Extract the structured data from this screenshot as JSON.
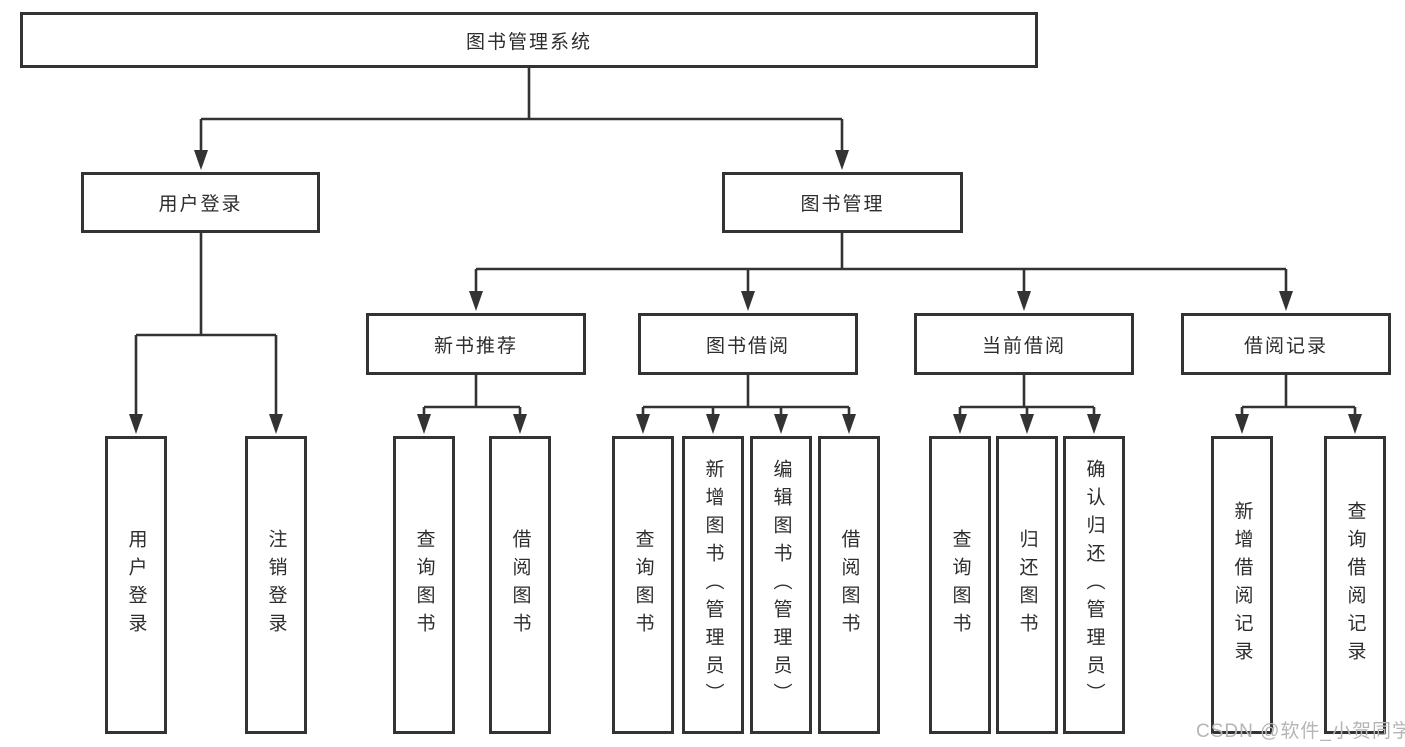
{
  "diagram_title": "图书管理系统",
  "nodes": {
    "root": {
      "label": "图书管理系统"
    },
    "userLogin": {
      "label": "用户登录"
    },
    "bookMgmt": {
      "label": "图书管理"
    },
    "newBook": {
      "label": "新书推荐"
    },
    "bookBorrow": {
      "label": "图书借阅"
    },
    "currentBorrow": {
      "label": "当前借阅"
    },
    "borrowRecords": {
      "label": "借阅记录"
    }
  },
  "leaves": [
    {
      "parent": "用户登录",
      "label": "用户登录"
    },
    {
      "parent": "用户登录",
      "label": "注销登录"
    },
    {
      "parent": "新书推荐",
      "label": "查询图书"
    },
    {
      "parent": "新书推荐",
      "label": "借阅图书"
    },
    {
      "parent": "图书借阅",
      "label": "查询图书"
    },
    {
      "parent": "图书借阅",
      "label": "新增图书（管理员）"
    },
    {
      "parent": "图书借阅",
      "label": "编辑图书（管理员）"
    },
    {
      "parent": "图书借阅",
      "label": "借阅图书"
    },
    {
      "parent": "当前借阅",
      "label": "查询图书"
    },
    {
      "parent": "当前借阅",
      "label": "归还图书"
    },
    {
      "parent": "当前借阅",
      "label": "确认归还（管理员）"
    },
    {
      "parent": "借阅记录",
      "label": "新增借阅记录"
    },
    {
      "parent": "借阅记录",
      "label": "查询借阅记录"
    }
  ],
  "watermark": "CSDN @软件_小贺同学",
  "colors": {
    "line": "#333333",
    "text": "#2d2d2d",
    "background": "#ffffff",
    "watermark": "#b5b5b5"
  }
}
